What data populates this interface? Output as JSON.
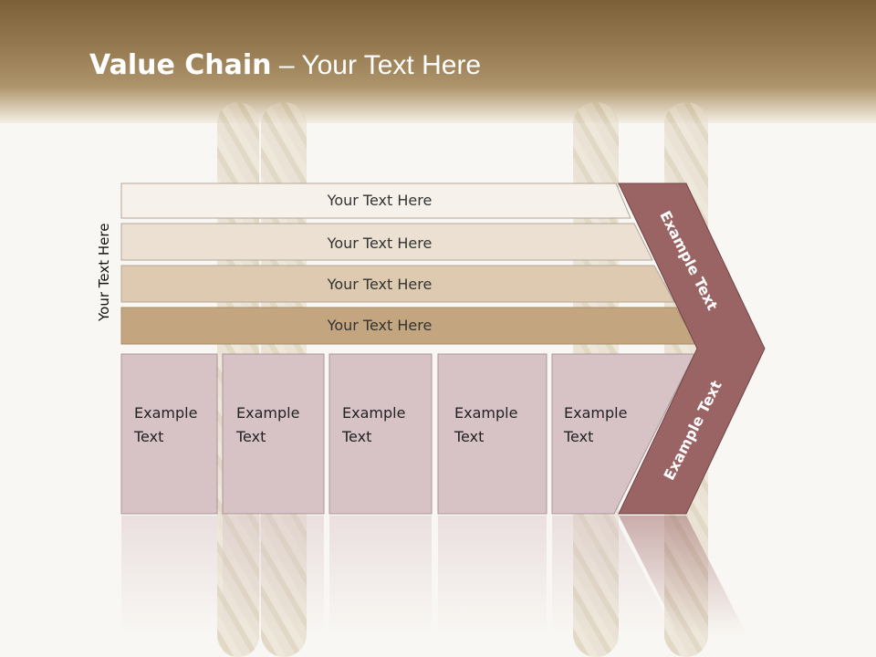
{
  "slide": {
    "title_bold": "Value Chain",
    "title_rest": " – Your Text Here",
    "vertical_label": "Your Text Here"
  },
  "bars": [
    {
      "label": "Your Text Here",
      "color": "#f6f1ea"
    },
    {
      "label": "Your Text Here",
      "color": "#ebe0d2"
    },
    {
      "label": "Your Text Here",
      "color": "#ddcab0"
    },
    {
      "label": "Your Text Here",
      "color": "#c3a67f"
    }
  ],
  "boxes": [
    {
      "line1": "Example",
      "line2": "Text"
    },
    {
      "line1": "Example",
      "line2": "Text"
    },
    {
      "line1": "Example",
      "line2": "Text"
    },
    {
      "line1": "Example",
      "line2": "Text"
    },
    {
      "line1": "Example",
      "line2": "Text"
    }
  ],
  "chevron": {
    "upper_label": "Example Text",
    "lower_label": "Example Text",
    "color": "#9a6464"
  },
  "box_color": "#d7c3c6"
}
